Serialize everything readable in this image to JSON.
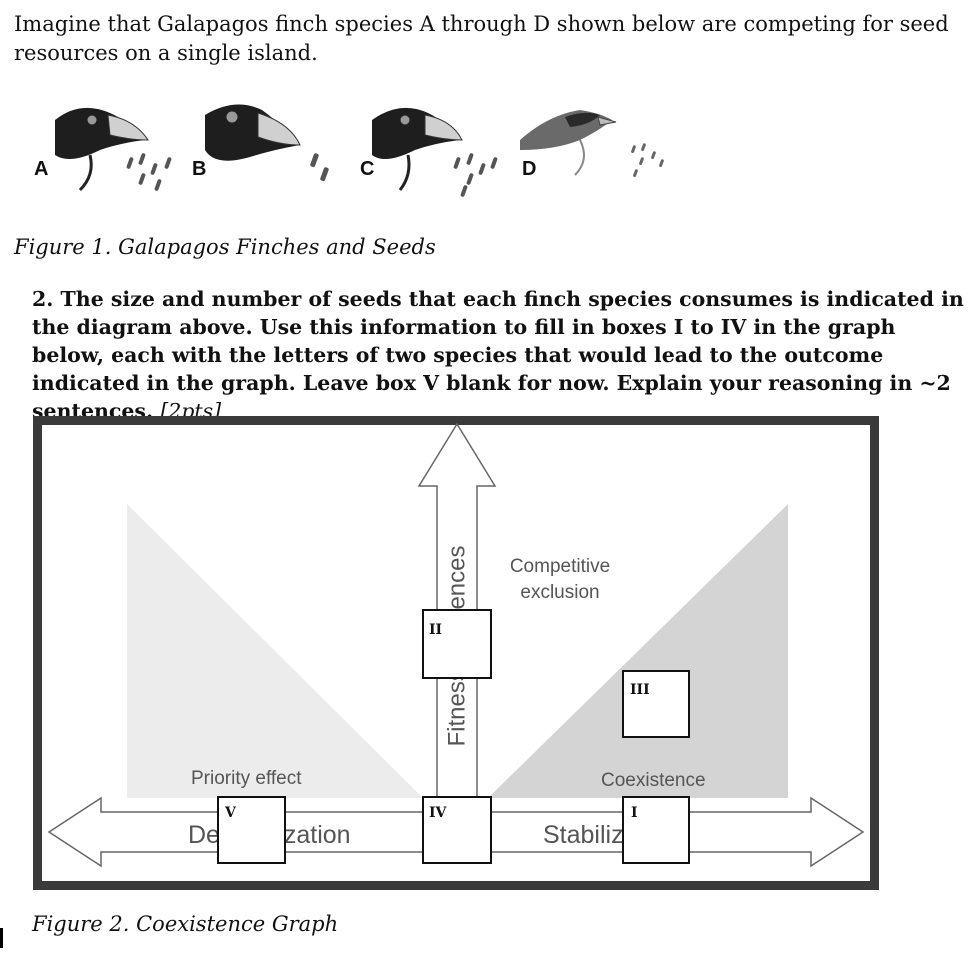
{
  "intro_text": "Imagine that Galapagos finch species A through D shown below are competing for seed resources on a single island.",
  "finches": [
    {
      "letter": "A"
    },
    {
      "letter": "B"
    },
    {
      "letter": "C"
    },
    {
      "letter": "D"
    }
  ],
  "figure1_caption": "Figure 1. Galapagos Finches and Seeds",
  "question": {
    "text": "2. The size and number of seeds that each finch species consumes is indicated in the diagram above. Use this information to fill in boxes I to IV in the graph below, each with the letters of two species that would lead to the outcome indicated in the graph. Leave box V blank for now. Explain your reasoning in ~2 sentences.",
    "points": "[2pts]"
  },
  "graph": {
    "vertical_axis_label": "Fitness differences",
    "competitive_exclusion": [
      "Competitive",
      "exclusion"
    ],
    "priority_effect": "Priority effect",
    "coexistence": "Coexistence",
    "destabilization": "Destabilization",
    "stabilization": "Stabilization",
    "boxes": {
      "I": "I",
      "II": "II",
      "III": "III",
      "IV": "IV",
      "V": "V"
    }
  },
  "figure2_caption": "Figure 2. Coexistence Graph",
  "colors": {
    "frame": "#3a3a3a",
    "left_triangle": "#ececec",
    "right_triangle": "#d4d4d4",
    "text_gray": "#555555"
  }
}
